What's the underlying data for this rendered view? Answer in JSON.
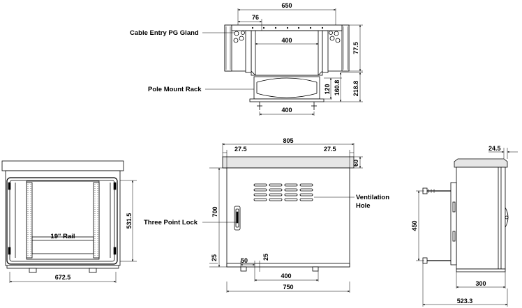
{
  "labels": {
    "cable_entry": "Cable Entry PG Gland",
    "pole_mount": "Pole Mount Rack",
    "rail": "19\" Rail",
    "lock": "Three Point Lock",
    "vent_line1": "Ventilation",
    "vent_line2": "Hole"
  },
  "top_view": {
    "width": "650",
    "offset": "76",
    "inner": "400",
    "depth": "77.5"
  },
  "pole_mount_view": {
    "h1": "120",
    "h2": "160.8",
    "h3": "218.8",
    "width": "400"
  },
  "front_view": {
    "width": "672.5",
    "height": "531.5"
  },
  "side_view": {
    "width_top": "805",
    "left_margin": "27.5",
    "right_margin": "27.5",
    "roof": "60",
    "height": "700",
    "foot": "25",
    "foot_width": "50",
    "foot_gap": "25",
    "base_inner": "400",
    "base_width": "750"
  },
  "depth_view": {
    "overhang": "24.5",
    "pole_height": "450",
    "depth": "300",
    "total_depth": "523.3"
  }
}
